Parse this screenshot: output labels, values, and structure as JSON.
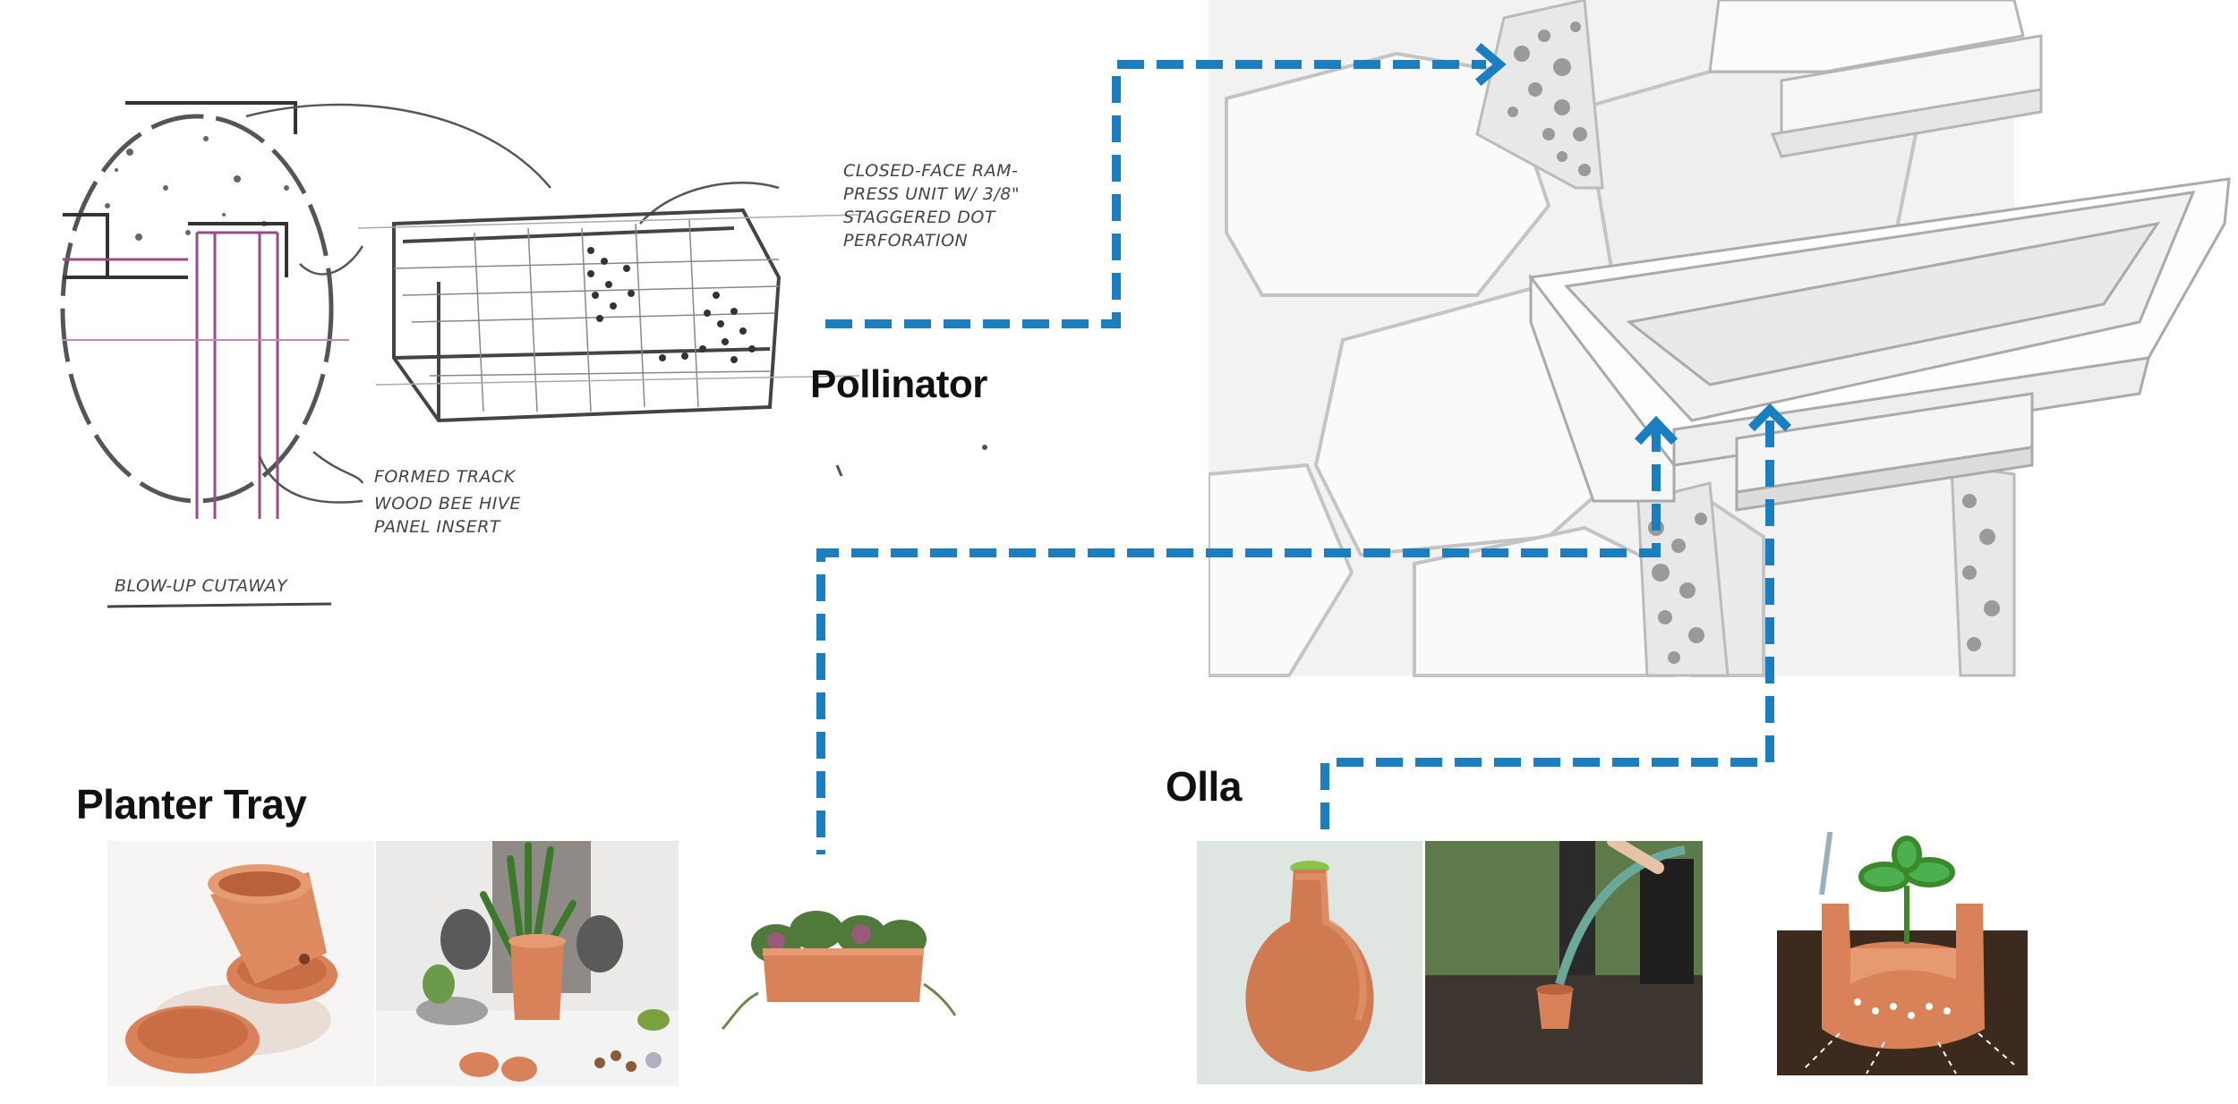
{
  "labels": {
    "pollinator": "Pollinator",
    "planter_tray": "Planter Tray",
    "olla": "Olla"
  },
  "sketch_notes": {
    "closed_face": "CLOSED-FACE RAM-PRESS UNIT W/ 3/8\" STAGGERED DOT PERFORATION",
    "formed_track": "FORMED TRACK",
    "wood_beehive": "WOOD BEE HIVE PANEL INSERT",
    "blow_up": "BLOW-UP CUTAWAY"
  },
  "colors": {
    "connector": "#1a7fc1",
    "terracotta": "#d9825a",
    "terracotta_dark": "#b9623c",
    "render_white": "#f4f4f4",
    "render_line": "#bdbdbd",
    "sketch_ink": "#444444",
    "sketch_purple": "#9a4a8a"
  },
  "icons": {
    "arrow_head": "chevron-arrow-icon"
  }
}
